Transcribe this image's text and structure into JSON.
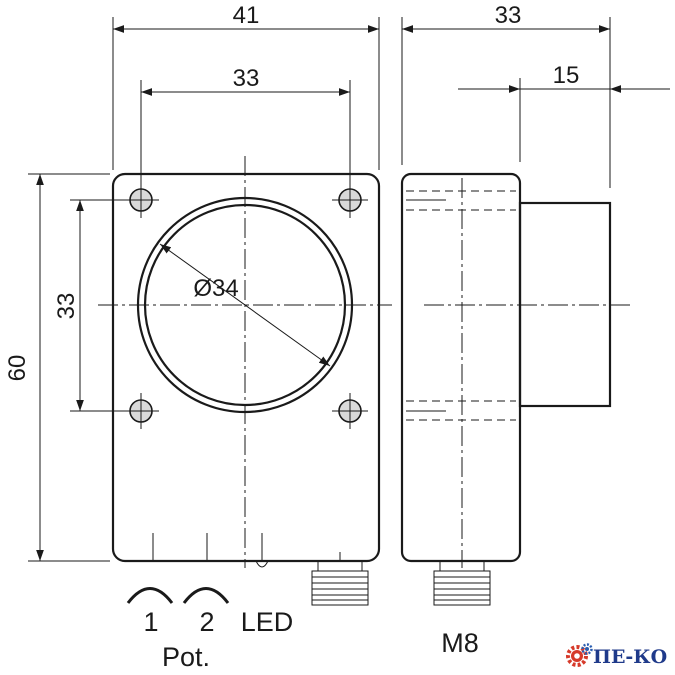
{
  "dimensions": {
    "front_width": "41",
    "front_hole_spacing_h": "33",
    "side_width": "33",
    "side_lens_depth": "15",
    "front_height": "60",
    "front_hole_spacing_v": "33",
    "lens_diameter": "Ø34"
  },
  "labels": {
    "pot_1": "1",
    "pot_2": "2",
    "led": "LED",
    "pot": "Pot.",
    "connector": "M8"
  },
  "logo": {
    "text": "ПЕ-КО",
    "icon": "gear-icon",
    "colors": {
      "gear_red": "#d63a2a",
      "gear_blue": "#2a5db0",
      "text": "#1f3a8a"
    }
  }
}
